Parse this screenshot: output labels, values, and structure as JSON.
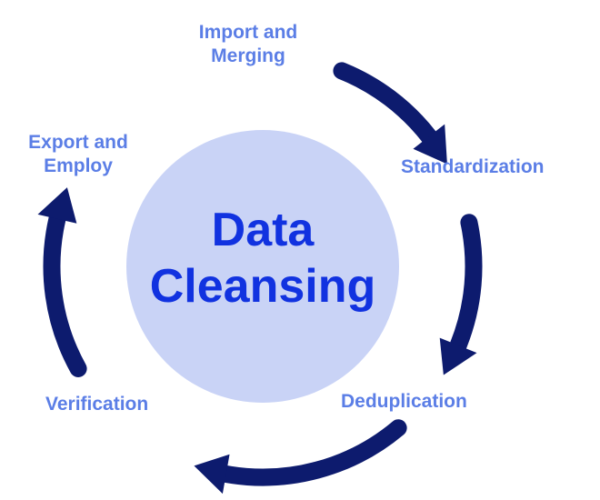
{
  "center": {
    "line1": "Data",
    "line2": "Cleansing"
  },
  "steps": [
    {
      "line1": "Import and",
      "line2": "Merging"
    },
    {
      "line1": "Standardization",
      "line2": ""
    },
    {
      "line1": "Deduplication",
      "line2": ""
    },
    {
      "line1": "Verification",
      "line2": ""
    },
    {
      "line1": "Export and",
      "line2": "Employ"
    }
  ],
  "colors": {
    "arrow": "#0d1b6e",
    "label": "#5b7ee6",
    "center_text": "#1132e0",
    "center_fill": "#c9d3f6"
  }
}
